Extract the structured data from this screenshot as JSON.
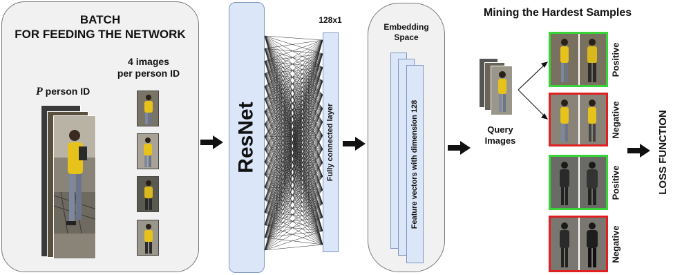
{
  "batch": {
    "title_line1": "BATCH",
    "title_line2": "FOR FEEDING THE NETWORK",
    "images_per_id_line1": "4 images",
    "images_per_id_line2": "per person ID",
    "person_id_var": "P",
    "person_id_label": " person ID"
  },
  "network": {
    "resnet_label": "ResNet",
    "fc_size": "128x1",
    "fc_label": "Fully connected layer"
  },
  "embedding": {
    "title_line1": "Embedding",
    "title_line2": "Space",
    "vectors_label": "Feature vectors with dimension 128"
  },
  "mining": {
    "title": "Mining the Hardest Samples",
    "query_line1": "Query",
    "query_line2": "Images",
    "pair_labels": [
      "Positive",
      "Negative",
      "Positive",
      "Negative"
    ]
  },
  "loss": {
    "label": "LOSS FUNCTION"
  },
  "colors": {
    "positive": "#39d339",
    "negative": "#e02020",
    "block_fill": "#dbe6f8",
    "panel_fill": "#f1f1f1"
  },
  "icons": [
    "arrow-right-icon",
    "person-photo-icon"
  ]
}
